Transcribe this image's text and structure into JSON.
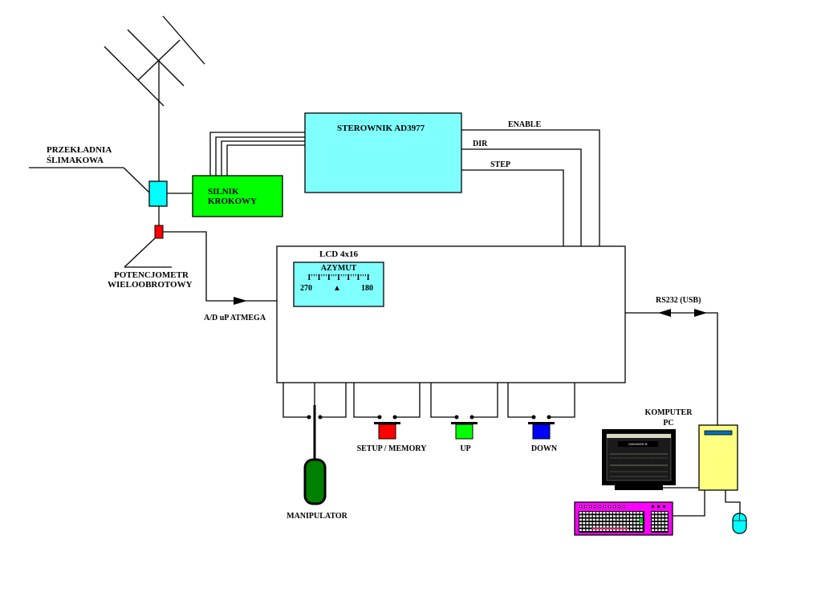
{
  "diagram": {
    "title": "Antenna rotator controller block diagram",
    "labels": {
      "gear": [
        "PRZEKŁADNIA",
        "ŚLIMAKOWA"
      ],
      "motor": [
        "SILNIK",
        "KROKOWY"
      ],
      "driver": "STEROWNIK AD3977",
      "enable": "ENABLE",
      "dir": "DIR",
      "step": "STEP",
      "potentiometer": [
        "POTENCJOMETR",
        "WIELOOBROTOWY"
      ],
      "adc": "A/D uP ATMEGA",
      "lcd": "LCD 4x16",
      "serial": "RS232 (USB)",
      "computer": [
        "KOMPUTER",
        "PC"
      ],
      "manipulator": "MANIPULATOR",
      "setup": "SETUP / MEMORY",
      "up": "UP",
      "down": "DOWN"
    },
    "lcd_screen": {
      "title": "AZYMUT",
      "scale": "I'''I'''I'''I'''I'''I'''I",
      "left_value": "270",
      "right_value": "180",
      "indicator": "▲"
    },
    "monitor_screen_text": "MS400000 B",
    "colors": {
      "gear": "#00ffff",
      "motor": "#00ff00",
      "driver": "#80ffff",
      "lcd": "#80ffff",
      "potentiometer": "#ff0000",
      "setup_button": "#ff0000",
      "up_button": "#00ff00",
      "down_button": "#0000ff",
      "manipulator": "#008000",
      "pc_case": "#ffff80",
      "pc_drive": "#0070c0",
      "keyboard": "#ff00ff",
      "mouse": "#00ffff"
    }
  }
}
